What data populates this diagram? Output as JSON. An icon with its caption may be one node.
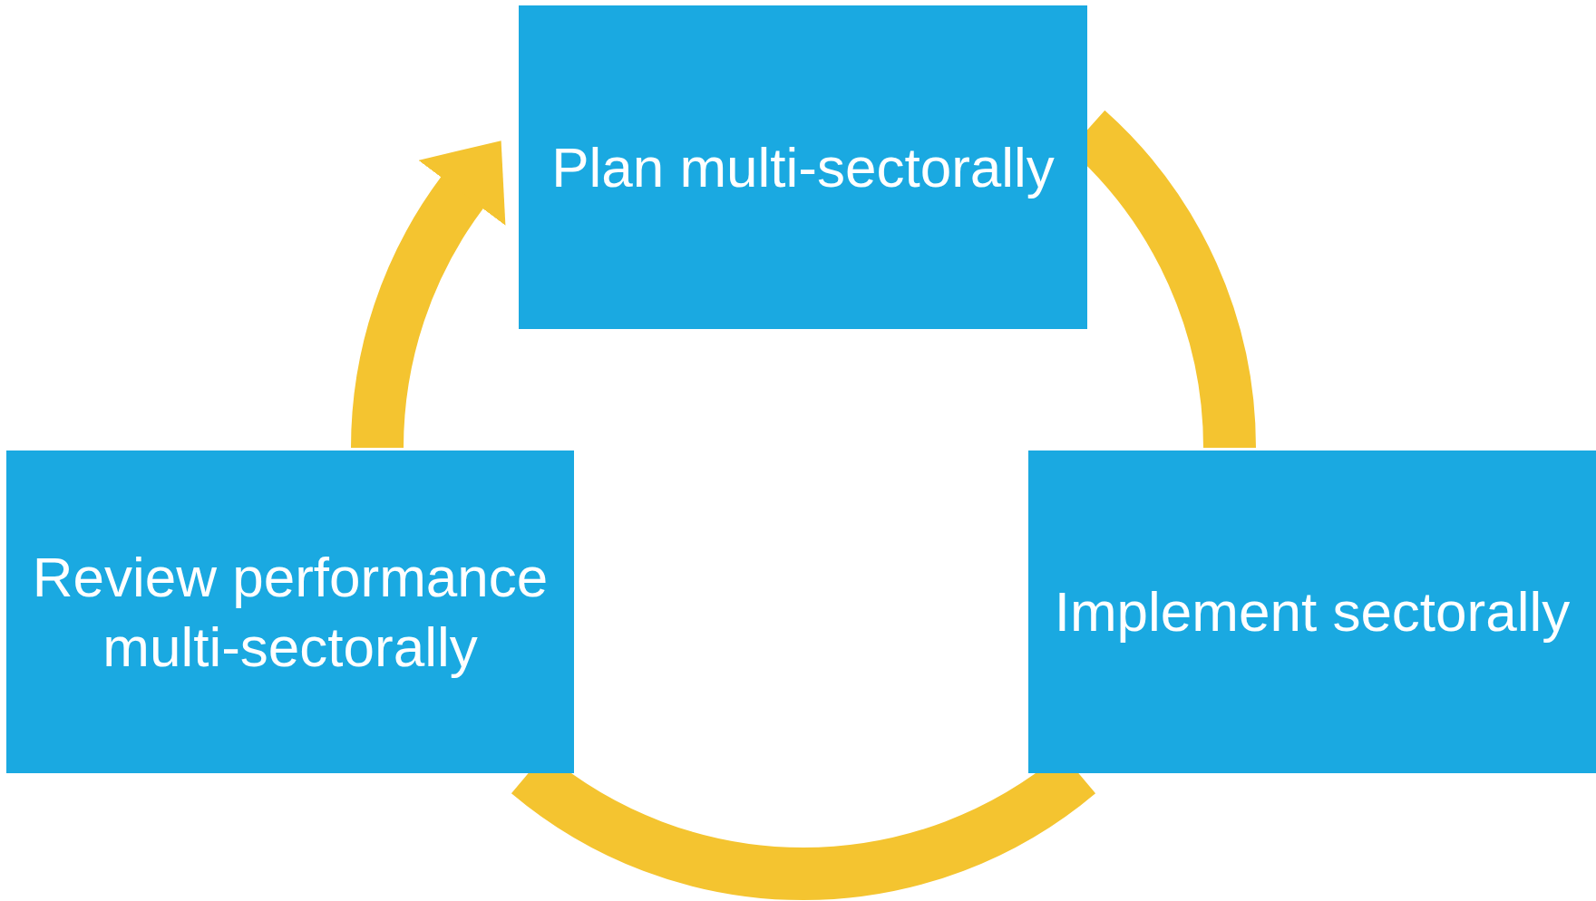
{
  "diagram": {
    "nodes": [
      {
        "text": [
          "Plan multi-sectorally"
        ]
      },
      {
        "text": [
          "Implement sectorally"
        ]
      },
      {
        "text": [
          "Review performance multi-sectorally"
        ]
      }
    ],
    "edges": [
      {
        "from": 0,
        "to": 1,
        "arrow": "none"
      },
      {
        "from": 1,
        "to": 2,
        "arrow": "none"
      },
      {
        "from": 2,
        "to": 0,
        "arrow": "to"
      }
    ]
  }
}
